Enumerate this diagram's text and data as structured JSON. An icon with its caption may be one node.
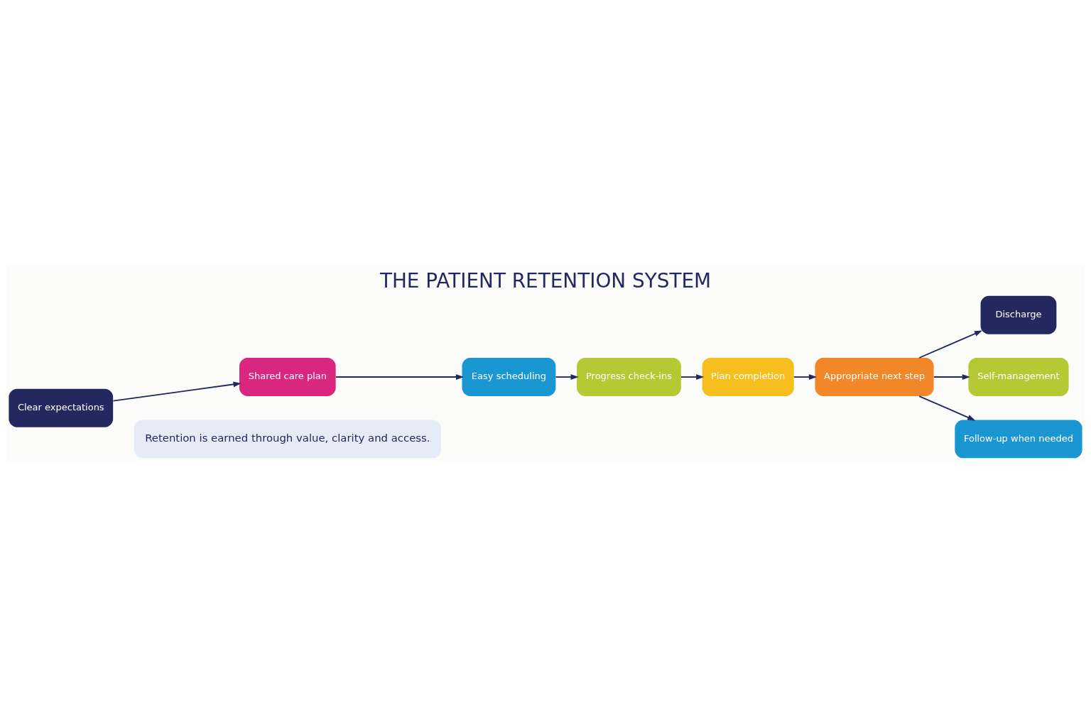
{
  "diagram": {
    "title": "THE PATIENT RETENTION SYSTEM",
    "nodes": [
      {
        "text": [
          "Clear expectations"
        ]
      },
      {
        "text": [
          "Shared care plan"
        ]
      },
      {
        "text": [
          "Easy scheduling"
        ]
      },
      {
        "text": [
          "Progress check-ins"
        ]
      },
      {
        "text": [
          "Plan completion"
        ]
      },
      {
        "text": [
          "Appropriate next step"
        ]
      },
      {
        "text": [
          "Discharge"
        ]
      },
      {
        "text": [
          "Self-management"
        ]
      },
      {
        "text": [
          "Follow-up when needed"
        ]
      }
    ],
    "edges": [
      {
        "from": 0,
        "to": 1,
        "arrow": "to"
      },
      {
        "from": 1,
        "to": 2,
        "arrow": "to"
      },
      {
        "from": 2,
        "to": 3,
        "arrow": "to"
      },
      {
        "from": 3,
        "to": 4,
        "arrow": "to"
      },
      {
        "from": 4,
        "to": 5,
        "arrow": "to"
      },
      {
        "from": 5,
        "to": 6,
        "arrow": "to"
      },
      {
        "from": 5,
        "to": 7,
        "arrow": "to"
      },
      {
        "from": 5,
        "to": 8,
        "arrow": "to"
      }
    ],
    "labels": [
      "Retention is earned through value, clarity and access."
    ]
  }
}
